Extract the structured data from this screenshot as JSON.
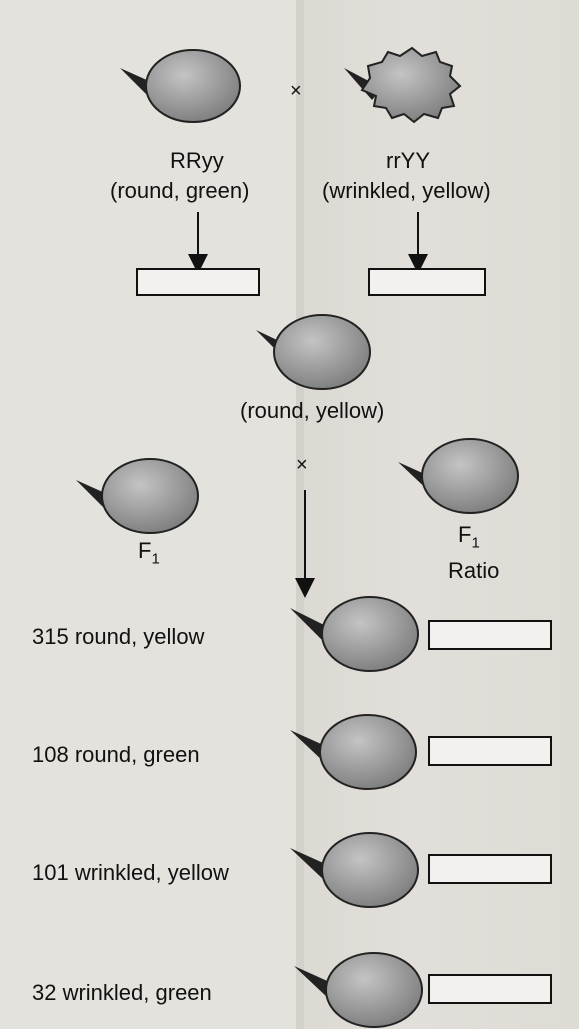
{
  "parent1": {
    "genotype": "RRyy",
    "phenotype": "(round, green)"
  },
  "parent2": {
    "genotype": "rrYY",
    "phenotype": "(wrinkled, yellow)"
  },
  "cross_symbol": "×",
  "f1_phenotype": "(round, yellow)",
  "f1_label": "F",
  "f1_subscript": "1",
  "ratio_label": "Ratio",
  "f2_results": [
    {
      "label": "315 round, yellow"
    },
    {
      "label": "108 round, green"
    },
    {
      "label": "101 wrinkled, yellow"
    },
    {
      "label": "32 wrinkled, green"
    }
  ],
  "colors": {
    "pea_fill": "#8f8f8f",
    "pea_stroke": "#222222",
    "box_fill": "#f2f1ee"
  }
}
